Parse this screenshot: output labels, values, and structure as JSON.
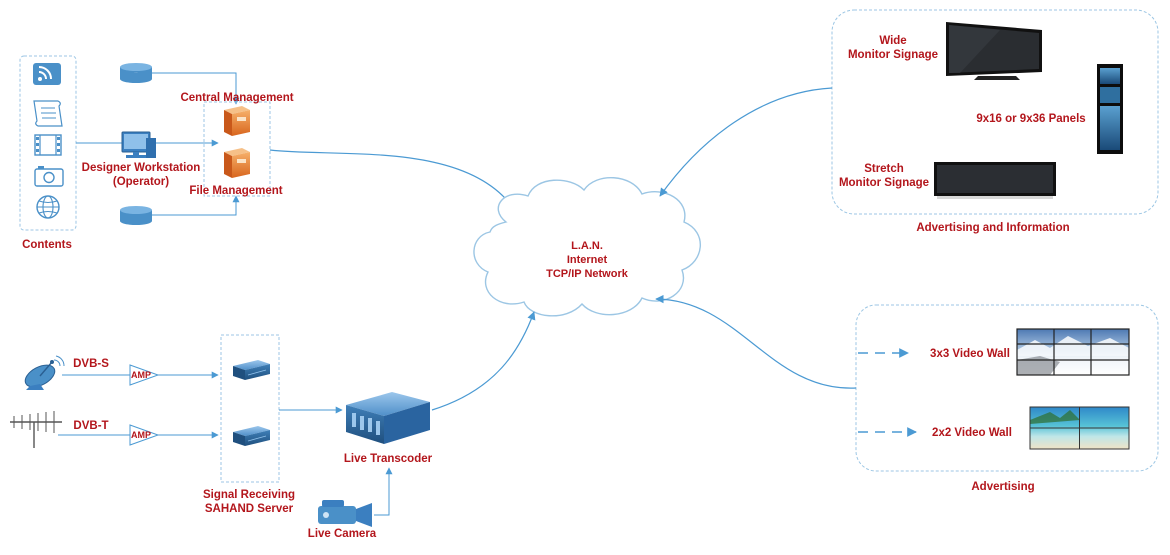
{
  "colors": {
    "label": "#b3161c",
    "line": "#4b9ad3",
    "box_border": "#9cc6e4",
    "icon_blue": "#4a90c8",
    "server_orange": "#e8833a"
  },
  "contents": {
    "label": "Contents",
    "icons": [
      "rss-icon",
      "document-icon",
      "film-icon",
      "camera-icon",
      "globe-icon"
    ]
  },
  "designer": {
    "label_line1": "Designer Workstation",
    "label_line2": "(Operator)"
  },
  "central_management": {
    "label": "Central Management"
  },
  "file_management": {
    "label": "File Management"
  },
  "network": {
    "line1": "L.A.N.",
    "line2": "Internet",
    "line3": "TCP/IP Network"
  },
  "advertising_info": {
    "group_label": "Advertising and Information",
    "wide_line1": "Wide",
    "wide_line2": "Monitor Signage",
    "panels": "9x16 or 9x36 Panels",
    "stretch_line1": "Stretch",
    "stretch_line2": "Monitor Signage"
  },
  "advertising": {
    "group_label": "Advertising",
    "wall_3x3": "3x3 Video Wall",
    "wall_2x2": "2x2 Video Wall"
  },
  "inputs": {
    "dvb_s": "DVB-S",
    "dvb_t": "DVB-T",
    "amp": "AMP"
  },
  "signal_server": {
    "line1": "Signal Receiving",
    "line2": "SAHAND Server"
  },
  "transcoder": {
    "label": "Live Transcoder"
  },
  "camera": {
    "label": "Live Camera"
  }
}
